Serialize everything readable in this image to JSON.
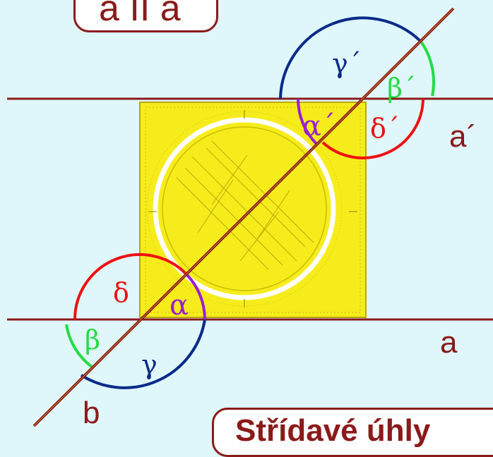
{
  "title_box": {
    "text": "a II a´"
  },
  "footer_box": {
    "text": "Střídavé úhly"
  },
  "line_labels": {
    "a_prime": "a´",
    "a": "a",
    "b": "b"
  },
  "angle_labels": {
    "alpha": "α",
    "beta": "β",
    "gamma": "γ",
    "delta": "δ",
    "alpha_prime": "α´",
    "beta_prime": "β´",
    "gamma_prime": "γ´",
    "delta_prime": "δ´"
  },
  "colors": {
    "background": "#dff7fb",
    "lines": "#8b1a1a",
    "alpha": "#9b1fd1",
    "beta": "#22dd44",
    "gamma": "#0a2a8a",
    "delta": "#ee1111",
    "protractor": "#f6ec1c"
  },
  "icons": [
    "protractor-square-icon"
  ]
}
